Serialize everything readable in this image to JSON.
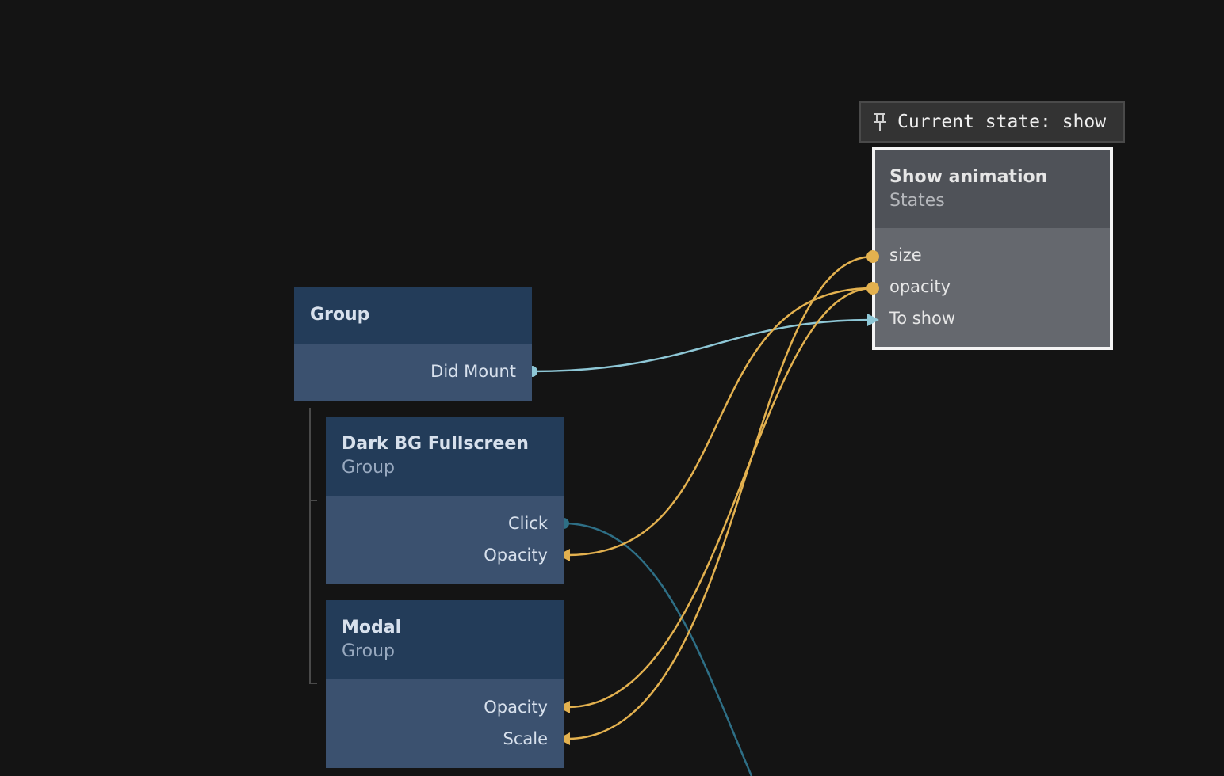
{
  "state_badge": {
    "icon": "pin-icon",
    "text": "Current state: show"
  },
  "nodes": {
    "group": {
      "title": "Group",
      "ports": [
        "Did Mount"
      ]
    },
    "dark_bg": {
      "title": "Dark BG Fullscreen",
      "subtitle": "Group",
      "ports": [
        "Click",
        "Opacity"
      ]
    },
    "modal": {
      "title": "Modal",
      "subtitle": "Group",
      "ports": [
        "Opacity",
        "Scale"
      ]
    },
    "show_animation": {
      "title": "Show animation",
      "subtitle": "States",
      "ports": [
        "size",
        "opacity",
        "To show"
      ]
    }
  },
  "colors": {
    "background": "#141414",
    "signal_connection": "#8ec7d6",
    "event_connection": "#2e6f86",
    "value_connection": "#e3b14f",
    "selected_border": "#f4f4f4"
  }
}
